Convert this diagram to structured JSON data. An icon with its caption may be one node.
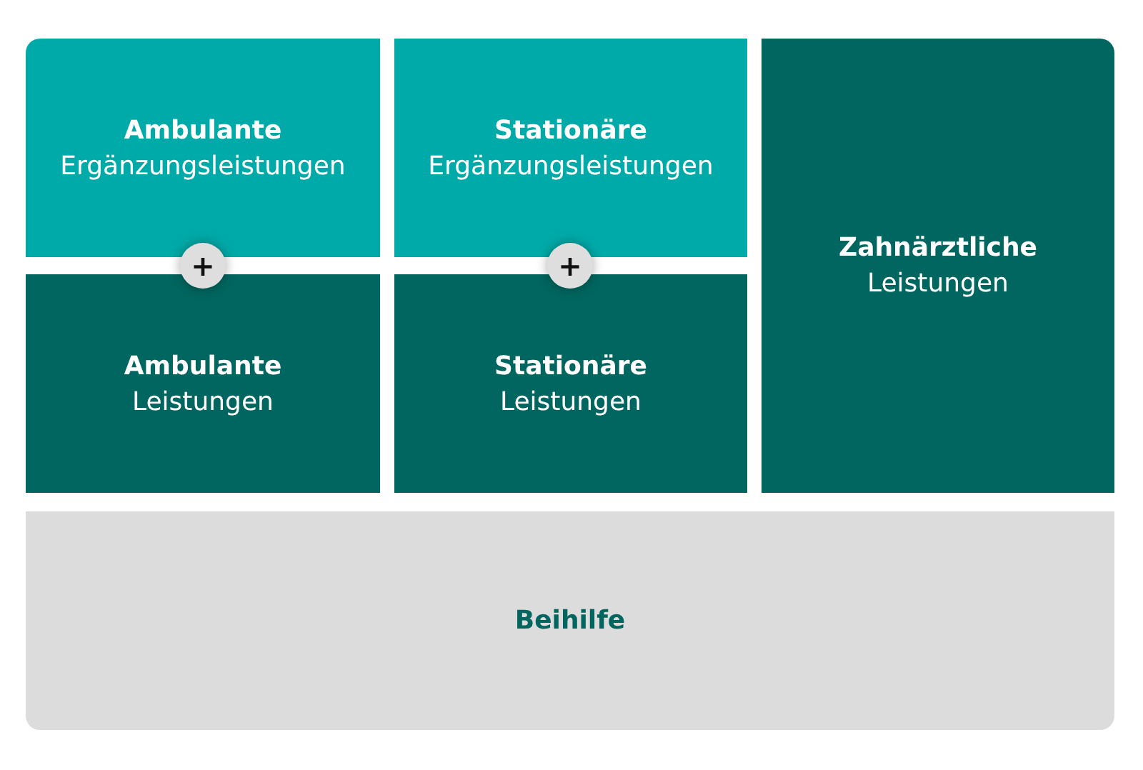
{
  "diagram": {
    "nodes": [
      {
        "text": [
          "Ambulante",
          "Ergänzungsleistungen"
        ]
      },
      {
        "text": [
          "Stationäre",
          "Ergänzungsleistungen"
        ]
      },
      {
        "text": [
          "Zahnärztliche",
          "Leistungen"
        ]
      },
      {
        "text": [
          "+"
        ]
      },
      {
        "text": [
          "+"
        ]
      },
      {
        "text": [
          "Ambulante",
          "Leistungen"
        ]
      },
      {
        "text": [
          "Stationäre",
          "Leistungen"
        ]
      },
      {
        "text": [
          "Beihilfe"
        ]
      }
    ]
  }
}
